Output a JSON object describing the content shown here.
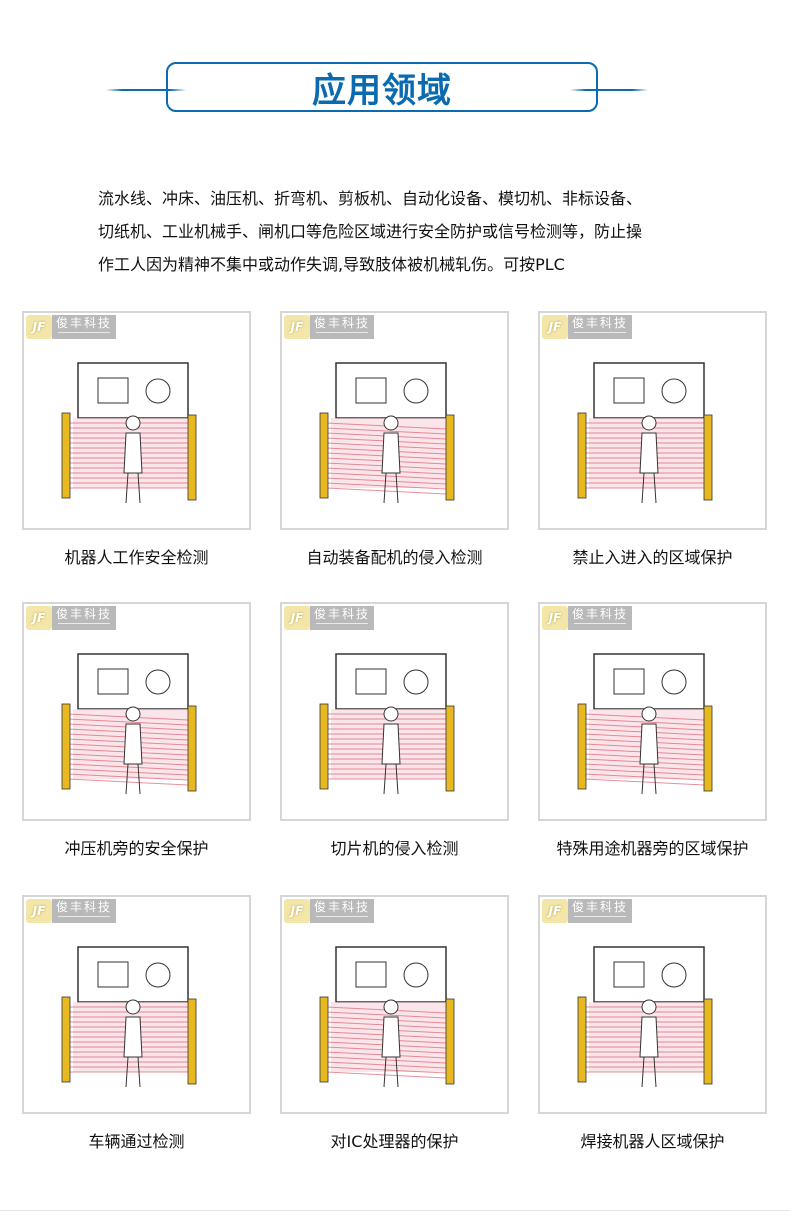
{
  "header": {
    "title": "应用领域"
  },
  "intro": {
    "lines": [
      "流水线、冲床、油压机、折弯机、剪板机、自动化设备、模切机、非标设备、",
      "切纸机、工业机械手、闸机口等危险区域进行安全防护或信号检测等，防止操",
      "作工人因为精神不集中或动作失调,导致肢体被机械轧伤。可按PLC"
    ]
  },
  "logo": {
    "name": "俊丰科技"
  },
  "colors": {
    "accent": "#0a6bb0",
    "beam": "#e06070",
    "post": "#e8b820"
  },
  "cards": [
    {
      "caption": "机器人工作安全检测"
    },
    {
      "caption": "自动装备配机的侵入检测"
    },
    {
      "caption": "禁止入进入的区域保护"
    },
    {
      "caption": "冲压机旁的安全保护"
    },
    {
      "caption": "切片机的侵入检测"
    },
    {
      "caption": "特殊用途机器旁的区域保护"
    },
    {
      "caption": "车辆通过检测"
    },
    {
      "caption": "对IC处理器的保护"
    },
    {
      "caption": "焊接机器人区域保护"
    }
  ]
}
